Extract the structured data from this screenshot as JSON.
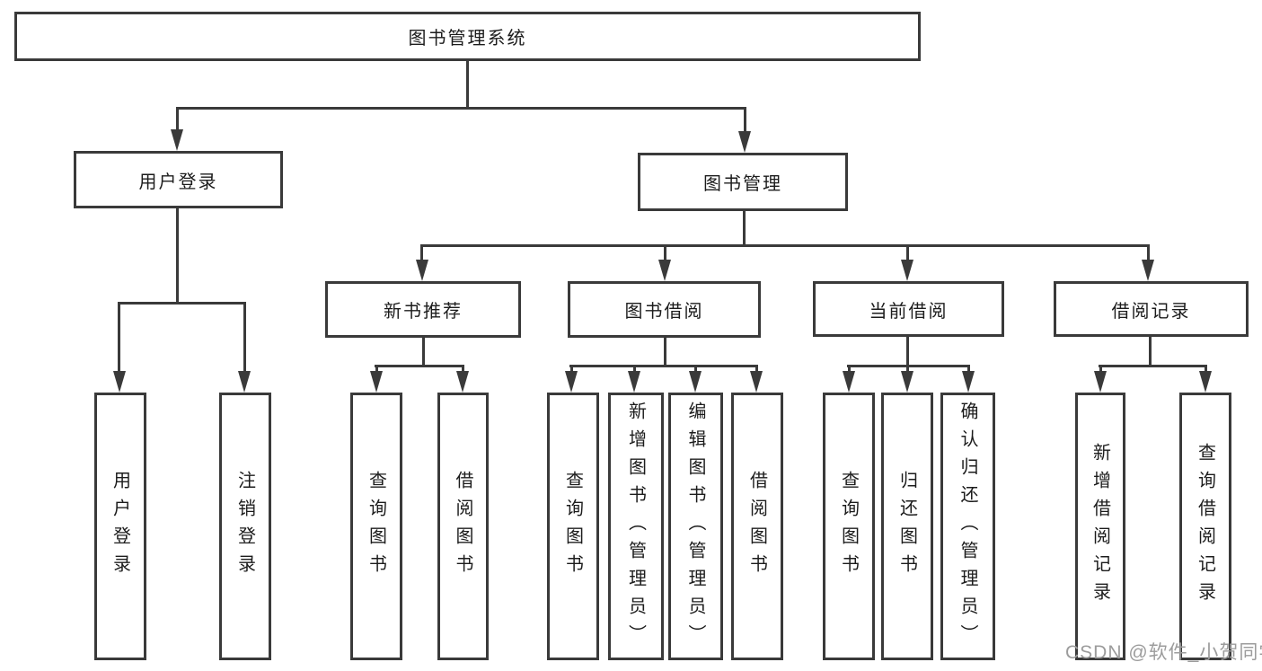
{
  "tree": {
    "root": "图书管理系统",
    "branches": [
      {
        "label": "用户登录",
        "children": [
          "用户登录",
          "注销登录"
        ]
      },
      {
        "label": "图书管理",
        "groups": [
          {
            "label": "新书推荐",
            "children": [
              "查询图书",
              "借阅图书"
            ]
          },
          {
            "label": "图书借阅",
            "children": [
              "查询图书",
              "新增图书（管理员）",
              "编辑图书（管理员）",
              "借阅图书"
            ]
          },
          {
            "label": "当前借阅",
            "children": [
              "查询图书",
              "归还图书",
              "确认归还（管理员）"
            ]
          },
          {
            "label": "借阅记录",
            "children": [
              "新增借阅记录",
              "查询借阅记录"
            ]
          }
        ]
      }
    ]
  },
  "watermark": "CSDN @软件_小贺同学",
  "colors": {
    "line": "#3a3a3a",
    "text": "#1c1c1c",
    "watermark": "#9c9c9c",
    "background": "#ffffff"
  }
}
